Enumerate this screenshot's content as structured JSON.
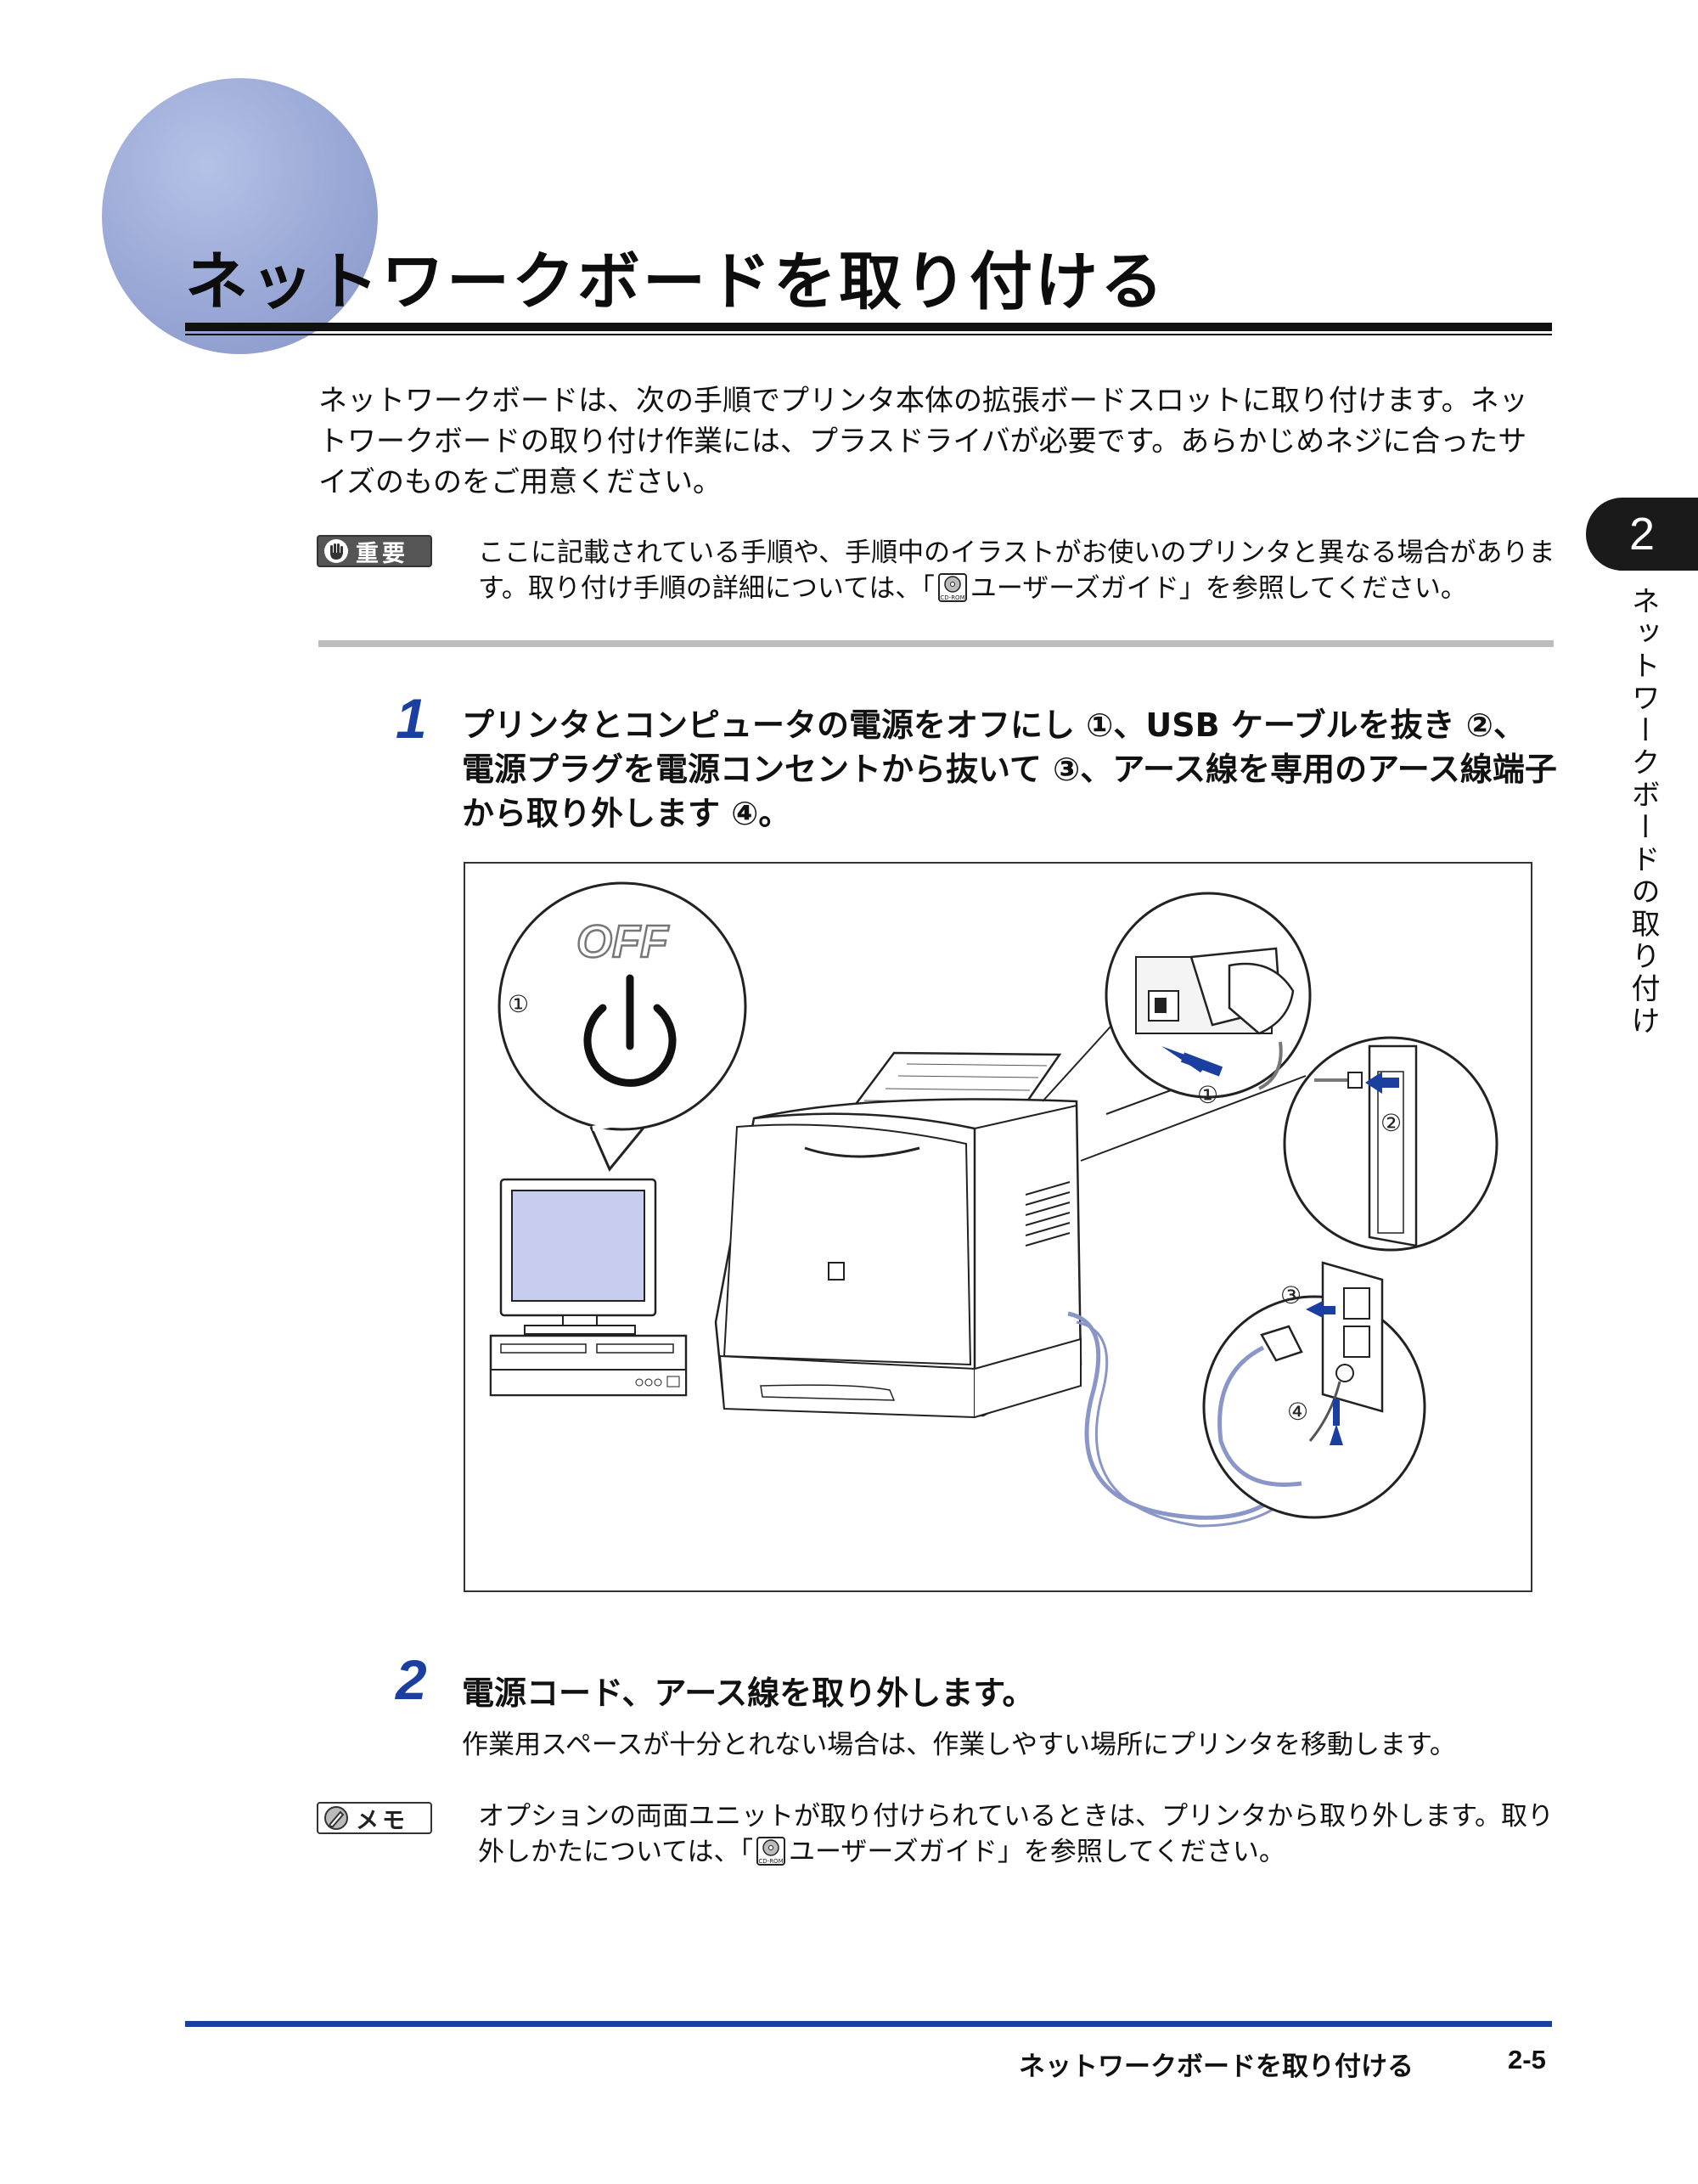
{
  "header": {
    "title": "ネットワークボードを取り付ける"
  },
  "intro": {
    "text": "ネットワークボードは、次の手順でプリンタ本体の拡張ボードスロットに取り付けます。ネットワークボードの取り付け作業には、プラスドライバが必要です。あらかじめネジに合ったサイズのものをご用意ください。"
  },
  "important": {
    "label": "重要",
    "text_before": "ここに記載されている手順や、手順中のイラストがお使いのプリンタと異なる場合があります。取り付け手順の詳細については、「",
    "text_after": "ユーザーズガイド」を参照してください。"
  },
  "steps": [
    {
      "number": "1",
      "text": "プリンタとコンピュータの電源をオフにし ①、USB ケーブルを抜き ②、電源プラグを電源コンセントから抜いて ③、アース線を専用のアース線端子から取り外します ④。"
    },
    {
      "number": "2",
      "text": "電源コード、アース線を取り外します。",
      "sub": "作業用スペースが十分とれない場合は、作業しやすい場所にプリンタを移動します。"
    }
  ],
  "figure": {
    "off_label": "OFF",
    "callout_1a": "①",
    "callout_1b": "①",
    "callout_2": "②",
    "callout_3": "③",
    "callout_4": "④",
    "cd_label": "CD-ROM"
  },
  "memo": {
    "label": "メモ",
    "text_before": "オプションの両面ユニットが取り付けられているときは、プリンタから取り外します。取り外しかたについては、「",
    "text_after": "ユーザーズガイド」を参照してください。"
  },
  "side_tab": {
    "chapter": "2",
    "chapter_title": "ネットワークボードの取り付け"
  },
  "footer": {
    "title": "ネットワークボードを取り付ける",
    "page": "2-5"
  },
  "colors": {
    "accent_blue": "#1b3fa0",
    "title_circle": "#9eacd9"
  }
}
